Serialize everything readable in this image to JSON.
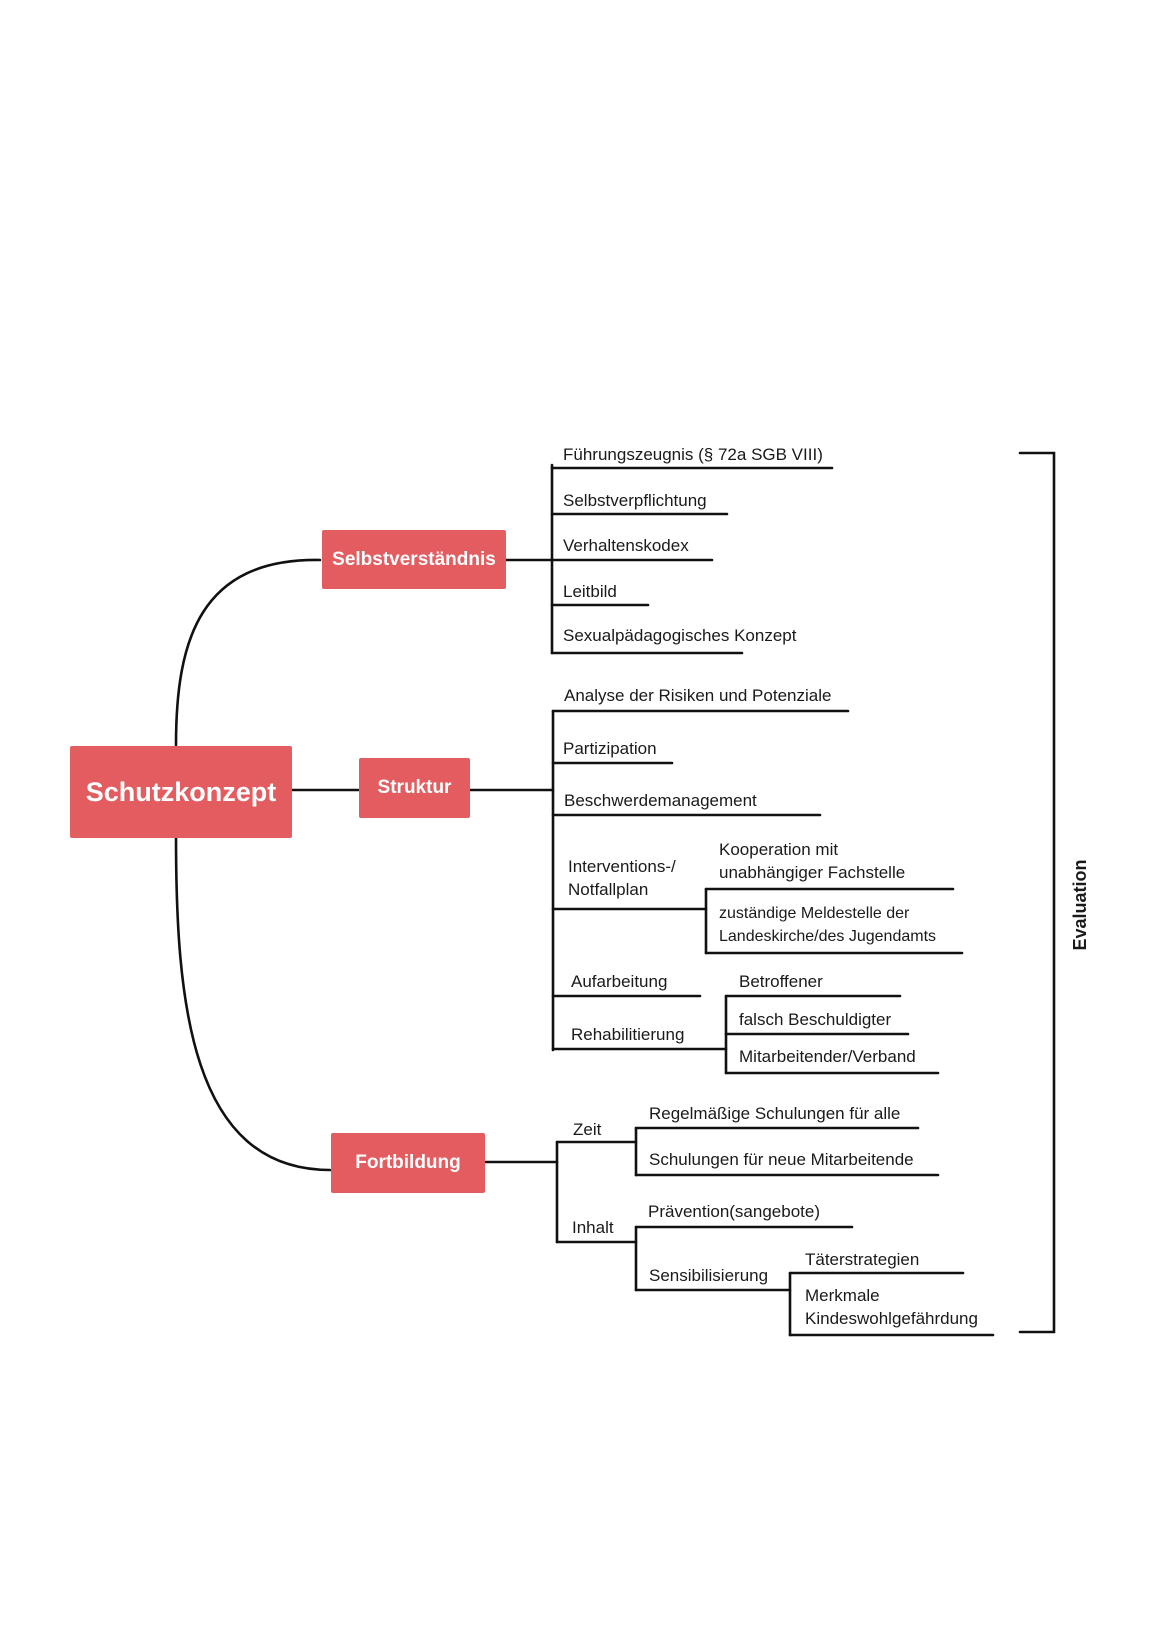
{
  "root": "Schutzkonzept",
  "evaluation": "Evaluation",
  "branches": {
    "selbst": {
      "label": "Selbstverständnis",
      "items": [
        "Führungszeugnis (§ 72a SGB VIII)",
        "Selbstverpflichtung",
        "Verhaltenskodex",
        "Leitbild",
        "Sexualpädagogisches Konzept"
      ]
    },
    "struktur": {
      "label": "Struktur",
      "items": [
        "Analyse der Risiken und Potenziale",
        "Partizipation",
        "Beschwerdemanagement"
      ],
      "intervention": {
        "line1": "Interventions-/",
        "line2": "Notfallplan",
        "sub": [
          {
            "line1": "Kooperation mit",
            "line2": "unabhängiger Fachstelle"
          },
          {
            "line1": "zuständige Meldestelle der",
            "line2": "Landeskirche/des Jugendamts"
          }
        ]
      },
      "aufarbeitung": "Aufarbeitung",
      "rehabilitierung": "Rehabilitierung",
      "reha_sub": [
        "Betroffener",
        "falsch Beschuldigter",
        "Mitarbeitender/Verband"
      ]
    },
    "fortbildung": {
      "label": "Fortbildung",
      "zeit": "Zeit",
      "zeit_sub": [
        "Regelmäßige Schulungen für alle",
        "Schulungen für neue Mitarbeitende"
      ],
      "inhalt": "Inhalt",
      "praevention": "Prävention(sangebote)",
      "sensibilisierung": "Sensibilisierung",
      "sens_sub": [
        "Täterstrategien",
        "Merkmale",
        "Kindeswohlgefährdung"
      ]
    }
  }
}
